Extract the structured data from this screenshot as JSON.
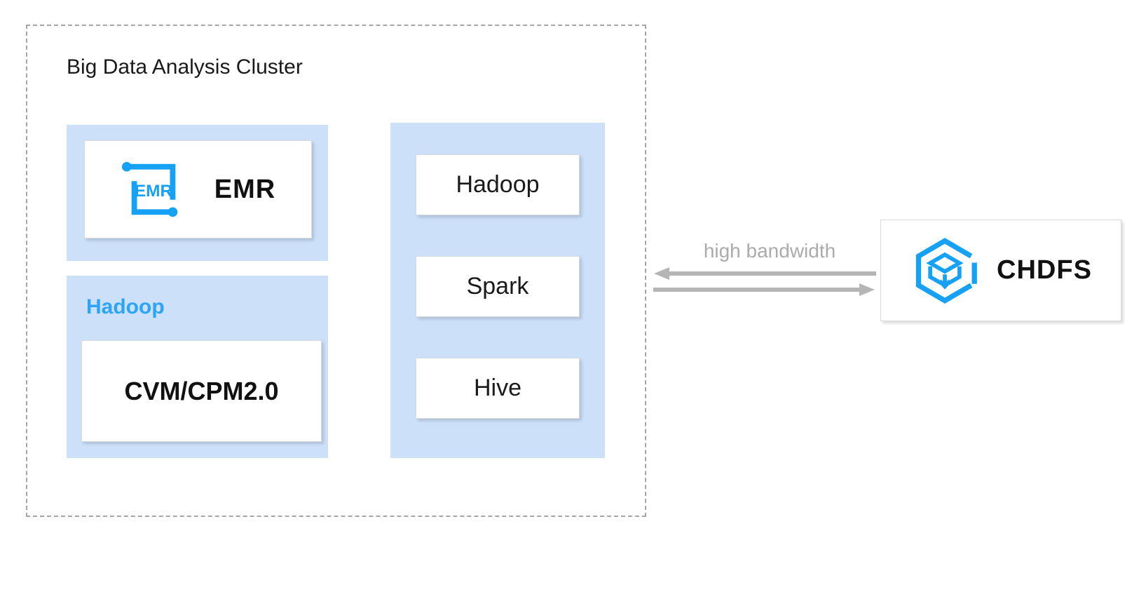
{
  "cluster": {
    "title": "Big Data Analysis Cluster",
    "emr": {
      "icon_text": "EMR",
      "card_label": "EMR"
    },
    "hadoop": {
      "label": "Hadoop",
      "card_label": "CVM/CPM2.0"
    },
    "services": [
      "Hadoop",
      "Spark",
      "Hive"
    ]
  },
  "connection": {
    "label": "high bandwidth"
  },
  "chdfs": {
    "label": "CHDFS"
  },
  "colors": {
    "accent_blue": "#17a1f5",
    "panel_blue": "#cce0fa",
    "label_blue": "#2ca4f7",
    "arrow_gray": "#b5b5b5",
    "text_gray": "#ababab",
    "border_dash_gray": "#a6a6a6",
    "card_border_gray": "#d9d9d9",
    "text_black": "#111111"
  }
}
